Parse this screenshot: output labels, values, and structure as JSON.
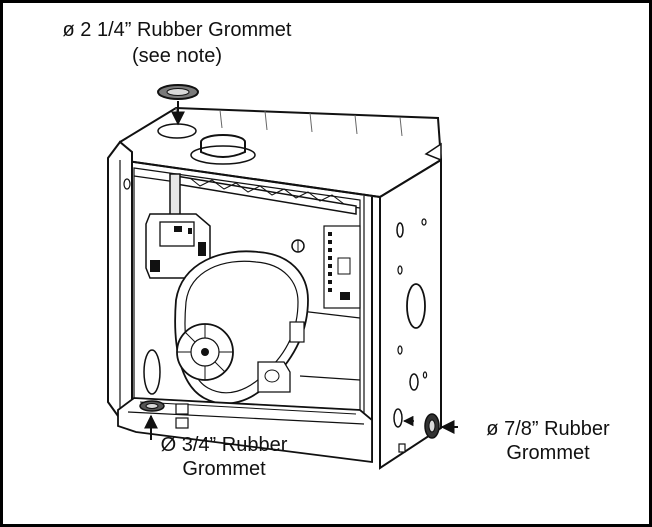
{
  "figure": {
    "frame_color": "#000000",
    "line_color": "#111111",
    "fill_color": "#ffffff",
    "shade_color": "#c8c8c8",
    "dark_color": "#333333"
  },
  "callouts": {
    "top": {
      "line1": "ø 2 1/4” Rubber Grommet",
      "line2": "(see note)"
    },
    "bottom_left": {
      "line1": "Ø 3/4” Rubber",
      "line2": "Grommet"
    },
    "right": {
      "line1": "ø 7/8” Rubber",
      "line2": "Grommet"
    }
  }
}
